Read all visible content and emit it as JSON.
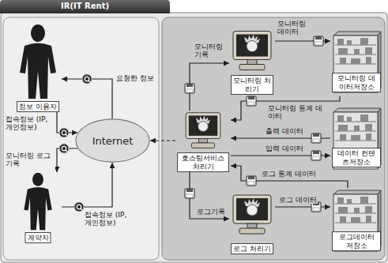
{
  "diagram": {
    "title": "IR(IT Rent)",
    "nodes": [
      {
        "text": [
          "정보 이용자"
        ]
      },
      {
        "text": [
          "계약자"
        ]
      },
      {
        "text": [
          "Internet"
        ]
      },
      {
        "text": [
          "모니터링 처리기"
        ]
      },
      {
        "text": [
          "모니터링 데이터저장소"
        ]
      },
      {
        "text": [
          "데이터 컨텐츠저장소"
        ]
      },
      {
        "text": [
          "호스팅서비스 처리기"
        ]
      },
      {
        "text": [
          "로그 처리기"
        ]
      },
      {
        "text": [
          "로그데이터 저장소"
        ]
      }
    ],
    "edges": [
      {
        "from": 2,
        "to": 0,
        "arrow": "to",
        "label": "요청한 정보"
      },
      {
        "from": 0,
        "to": 2,
        "arrow": "to",
        "label": "접속정보 (IP, 개인정보)"
      },
      {
        "from": 2,
        "to": 1,
        "arrow": "to",
        "label": "모니터링 로그기록"
      },
      {
        "from": 1,
        "to": 2,
        "arrow": "to",
        "label": "접속정보 (IP, 개인정보)"
      },
      {
        "from": 6,
        "to": 2,
        "arrow": "to"
      },
      {
        "from": 6,
        "to": 3,
        "arrow": "to",
        "label": "모니터링 기록"
      },
      {
        "from": 3,
        "to": 4,
        "arrow": "to",
        "label": "모니터링 데이터"
      },
      {
        "from": 4,
        "to": 6,
        "arrow": "to",
        "label": "모니터링 통계 데이터"
      },
      {
        "from": 5,
        "to": 6,
        "arrow": "to",
        "label": "출력 데이터"
      },
      {
        "from": 6,
        "to": 5,
        "arrow": "to",
        "label": "입력 데이터"
      },
      {
        "from": 8,
        "to": 6,
        "arrow": "to",
        "label": "로그 통계 데이터"
      },
      {
        "from": 6,
        "to": 7,
        "arrow": "to",
        "label": "로그기록"
      },
      {
        "from": 7,
        "to": 8,
        "arrow": "to",
        "label": "로그 데이터"
      }
    ]
  }
}
